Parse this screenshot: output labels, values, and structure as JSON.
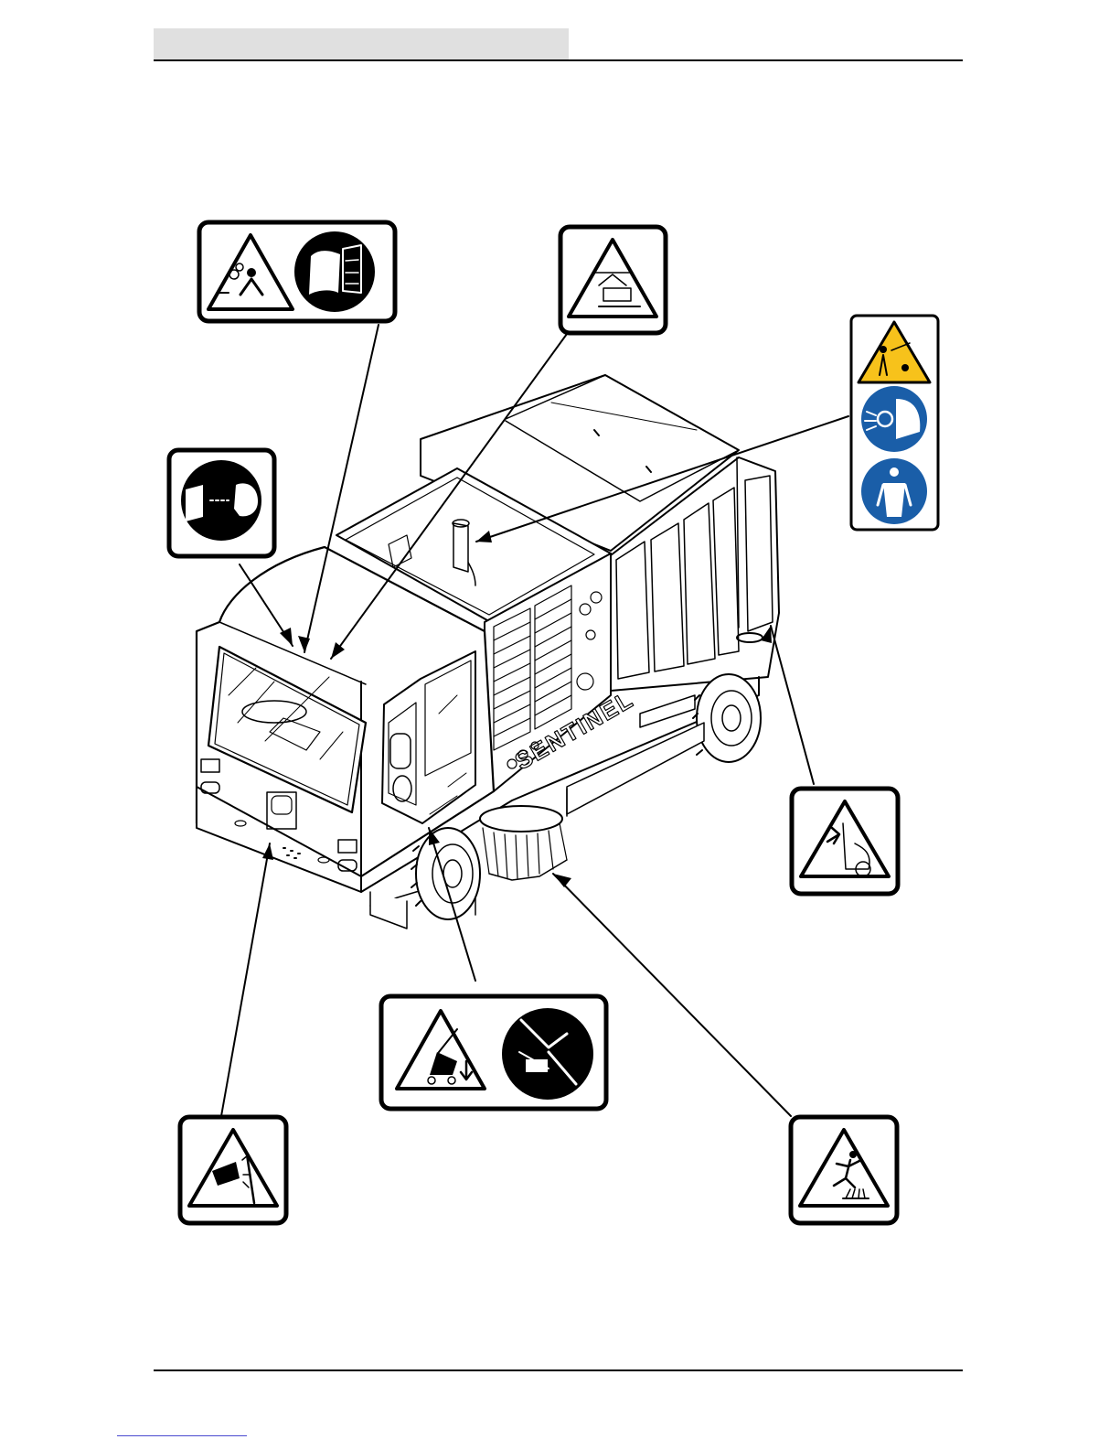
{
  "page": {
    "header": {
      "shaded_title": ""
    },
    "illustration": {
      "machine_name": "SENTINEL",
      "decals": [
        {
          "id": "exhaust-window",
          "icons": [
            "exhaust-fumes-warning-icon",
            "open-window-ventilation-icon"
          ]
        },
        {
          "id": "overhead-power-line",
          "icons": [
            "overhead-electrical-hazard-icon"
          ]
        },
        {
          "id": "high-pressure-spray",
          "icons": [
            "high-pressure-spray-warning-icon",
            "eye-protection-icon",
            "protective-clothing-icon"
          ]
        },
        {
          "id": "read-manual",
          "icons": [
            "read-manual-icon"
          ]
        },
        {
          "id": "lid-pinch",
          "icons": [
            "crush-hazard-lid-icon"
          ]
        },
        {
          "id": "tip-over-lock",
          "icons": [
            "tip-over-warning-icon",
            "lock-safety-bar-icon"
          ]
        },
        {
          "id": "hand-crush",
          "icons": [
            "hand-crush-warning-icon"
          ]
        },
        {
          "id": "brush-fall",
          "icons": [
            "rotating-brush-trip-hazard-icon"
          ]
        }
      ]
    }
  }
}
